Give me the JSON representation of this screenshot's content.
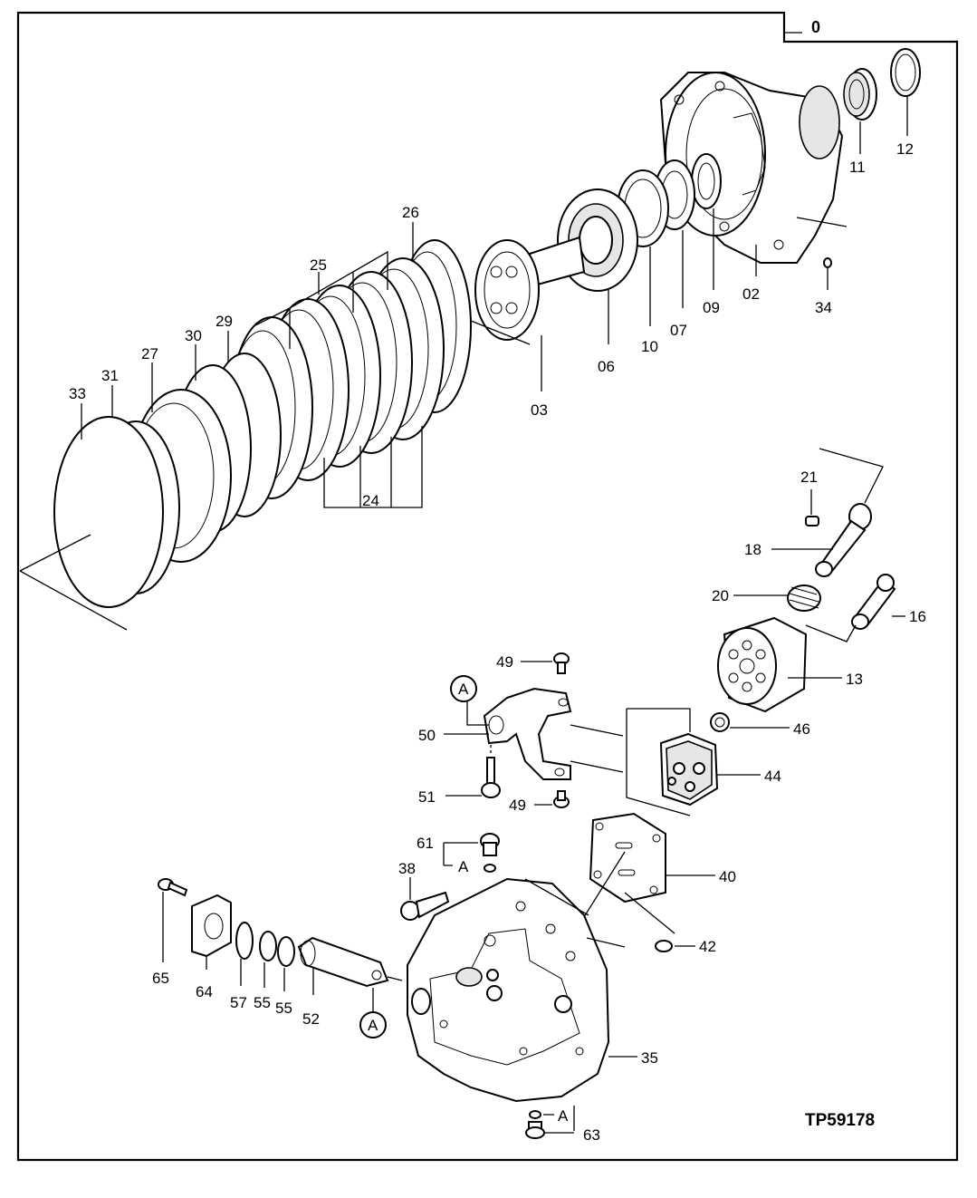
{
  "figure": {
    "reference": "0",
    "drawing_id": "TP59178",
    "view_marker": "A",
    "callouts": {
      "c12": "12",
      "c11": "11",
      "c02": "02",
      "c34": "34",
      "c09": "09",
      "c07": "07",
      "c10": "10",
      "c06": "06",
      "c03": "03",
      "c26": "26",
      "c25": "25",
      "c29": "29",
      "c30": "30",
      "c27": "27",
      "c31": "31",
      "c33": "33",
      "c24": "24",
      "c21": "21",
      "c18": "18",
      "c20": "20",
      "c16": "16",
      "c13": "13",
      "c49a": "49",
      "c49b": "49",
      "c50": "50",
      "c46": "46",
      "c44": "44",
      "c51": "51",
      "c61": "61",
      "c38": "38",
      "c40": "40",
      "c42": "42",
      "c65": "65",
      "c64": "64",
      "c57": "57",
      "c55a": "55",
      "c55b": "55",
      "c52": "52",
      "c35": "35",
      "c63": "63"
    }
  }
}
